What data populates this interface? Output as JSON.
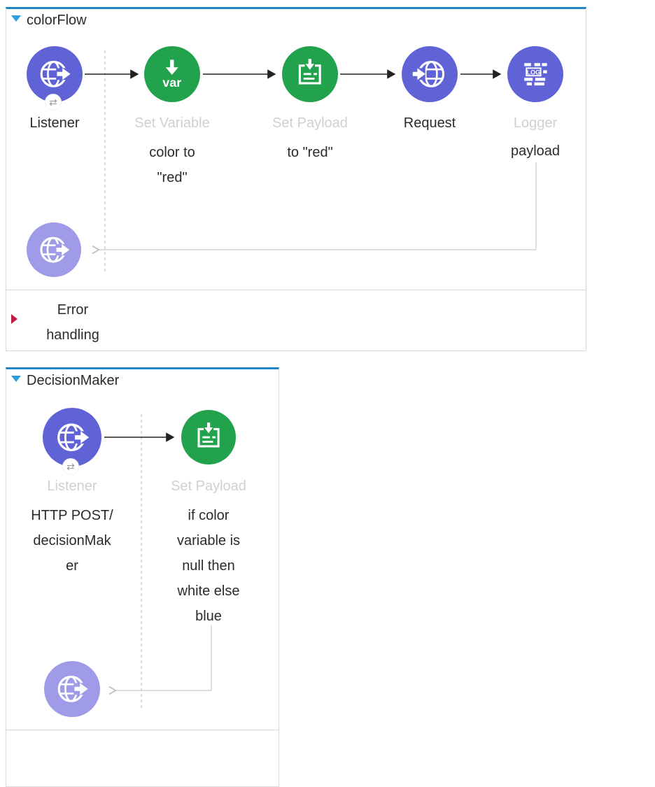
{
  "colors": {
    "accent_blue": "#1c86c8",
    "collapse_triangle_blue": "#2d9ddb",
    "node_purple": "#5f63d6",
    "node_purple_light": "#a09be8",
    "node_green": "#23a24d",
    "label_gray": "#d0d0d0",
    "text_black": "#2b2b2b",
    "error_red": "#be1e46",
    "border_gray": "#d9d9d9",
    "connector_gray": "#c8c8c8"
  },
  "colorFlow": {
    "title": "colorFlow",
    "nodes": {
      "listener": {
        "label": "Listener"
      },
      "setVariable": {
        "label": "Set Variable",
        "desc_lines": [
          "color to",
          "\"red\""
        ]
      },
      "setPayload": {
        "label": "Set Payload",
        "desc_lines": [
          "to \"red\""
        ]
      },
      "request": {
        "label": "Request"
      },
      "logger": {
        "label": "Logger",
        "desc_lines": [
          "payload"
        ]
      }
    },
    "error_handling": {
      "lines": [
        "Error",
        "handling"
      ]
    }
  },
  "decisionMaker": {
    "title": "DecisionMaker",
    "nodes": {
      "listener": {
        "label": "Listener",
        "desc_lines": [
          "HTTP POST/",
          "decisionMak",
          "er"
        ]
      },
      "setPayload": {
        "label": "Set Payload",
        "desc_lines": [
          "if color",
          "variable is",
          "null then",
          "white else",
          "blue"
        ]
      }
    }
  },
  "icons": {
    "var_badge_text": "var",
    "log_badge_text": "LOG",
    "exchange_badge": "⇄"
  }
}
